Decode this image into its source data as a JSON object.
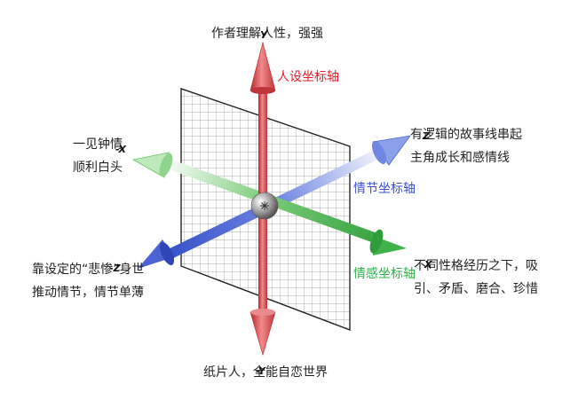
{
  "colors": {
    "red_axis": "#e0474c",
    "blue_axis": "#4c63d4",
    "green_axis": "#3fb24a",
    "red_label": "#e0202a",
    "blue_label": "#3a4fd0",
    "green_label": "#2fb04a"
  },
  "axes": {
    "vertical": {
      "name": "人设坐标轴",
      "top_label": "作者理解人性，强强",
      "bottom_label": "纸片人，全能自恋世界",
      "tick_top": "Y",
      "tick_bottom": "-Y"
    },
    "plot": {
      "name": "情节坐标轴",
      "end_line1": "有逻辑的故事线串起",
      "end_line2": "主角成长和感情线",
      "opposite_line1": "靠设定的“悲惨”身世",
      "opposite_line2": "推动情节，情节单薄",
      "tick_end": "Z",
      "tick_opposite": "-Z"
    },
    "emotion": {
      "name": "情感坐标轴",
      "end_line1": "不同性格经历之下，吸",
      "end_line2": "引、矛盾、磨合、珍惜",
      "opposite_line1": "一见钟情",
      "opposite_line2": "顺利白头",
      "tick_end": "X",
      "tick_opposite": "-X"
    }
  }
}
